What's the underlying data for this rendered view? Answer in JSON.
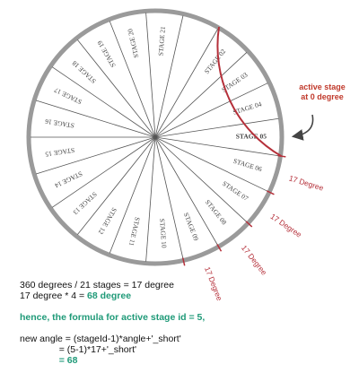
{
  "wheel": {
    "stage_count": 21,
    "active_stage": 5,
    "stages": [
      {
        "id": 1,
        "label": ""
      },
      {
        "id": 2,
        "label": "STAGE 02"
      },
      {
        "id": 3,
        "label": "STAGE 03"
      },
      {
        "id": 4,
        "label": "STAGE 04"
      },
      {
        "id": 5,
        "label": "STAGE 05"
      },
      {
        "id": 6,
        "label": "STAGE 06"
      },
      {
        "id": 7,
        "label": "STAGE 07"
      },
      {
        "id": 8,
        "label": "STAGE 08"
      },
      {
        "id": 9,
        "label": "STAGE 09"
      },
      {
        "id": 10,
        "label": "STAGE 10"
      },
      {
        "id": 11,
        "label": "STAGE 11"
      },
      {
        "id": 12,
        "label": "STAGE 12"
      },
      {
        "id": 13,
        "label": "STAGE 13"
      },
      {
        "id": 14,
        "label": "STAGE 14"
      },
      {
        "id": 15,
        "label": "STAGE 15"
      },
      {
        "id": 16,
        "label": "STAGE 16"
      },
      {
        "id": 17,
        "label": "STAGE 17"
      },
      {
        "id": 18,
        "label": "STAGE 18"
      },
      {
        "id": 19,
        "label": "STAGE 19"
      },
      {
        "id": 20,
        "label": "STAGE 20"
      },
      {
        "id": 21,
        "label": "STAGE 21"
      }
    ],
    "arc_label": "17 Degree",
    "colors": {
      "rim": "#9a9a9a",
      "spoke": "#555555",
      "text": "#444444",
      "accent": "#b5303a",
      "teal": "#1f9a78"
    }
  },
  "callout": {
    "line1": "active stage",
    "line2": "at 0 degree"
  },
  "notes": {
    "line1": "360 degrees / 21 stages = 17 degree",
    "line2_prefix": "17 degree * 4 = ",
    "line2_value": "68 degree",
    "line3": "hence, the formula for active stage id = 5,",
    "line4": "new angle = (stageId-1)*angle+'_short'",
    "line5": "               = (5-1)*17+'_short'",
    "line6": "               = 68"
  }
}
